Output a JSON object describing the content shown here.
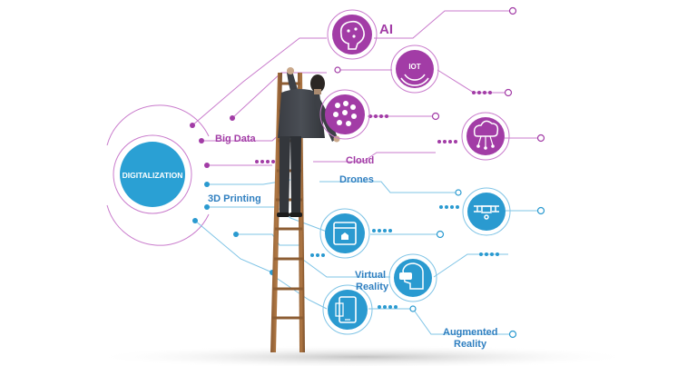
{
  "colors": {
    "purple": "#a23ca6",
    "purple_light": "#c97bcc",
    "blue": "#2a9ad0",
    "blue_light": "#7fc4e6",
    "hub": "#2aa0d4"
  },
  "hub": {
    "label": "DIGITALIZATION"
  },
  "labels": {
    "ai": "AI",
    "big_data": "Big Data",
    "cloud": "Cloud",
    "drones": "Drones",
    "printing_3d": "3D Printing",
    "vr_line1": "Virtual",
    "vr_line2": "Reality",
    "ar_line1": "Augmented",
    "ar_line2": "Reality"
  },
  "icons": {
    "brain": "brain-icon",
    "iot": "iot-icon",
    "iot_text": "IOT",
    "bigdata": "big-data-icon",
    "cloud": "cloud-network-icon",
    "drone": "drone-icon",
    "printer": "3d-printer-icon",
    "vr": "vr-headset-icon",
    "phone": "smartphone-ar-icon"
  }
}
